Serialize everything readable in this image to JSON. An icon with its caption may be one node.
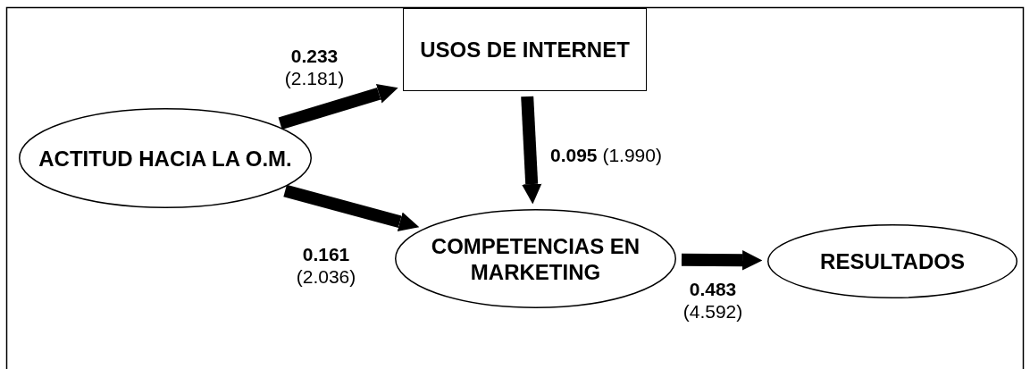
{
  "diagram": {
    "nodes": [
      {
        "text": [
          "ACTITUD HACIA LA O.M."
        ]
      },
      {
        "text": [
          "USOS DE INTERNET"
        ]
      },
      {
        "text": [
          "COMPETENCIAS EN MARKETING"
        ]
      },
      {
        "text": [
          "RESULTADOS"
        ]
      }
    ],
    "edges": [
      {
        "from": 0,
        "to": 1,
        "arrow": "to",
        "label": "**0.233** (2.181)"
      },
      {
        "from": 0,
        "to": 2,
        "arrow": "to",
        "label": "**0.161** (2.036)"
      },
      {
        "from": 1,
        "to": 2,
        "arrow": "to",
        "label": "**0.095** (1.990)"
      },
      {
        "from": 2,
        "to": 3,
        "arrow": "to",
        "label": "**0.483** (4.592)"
      }
    ]
  }
}
